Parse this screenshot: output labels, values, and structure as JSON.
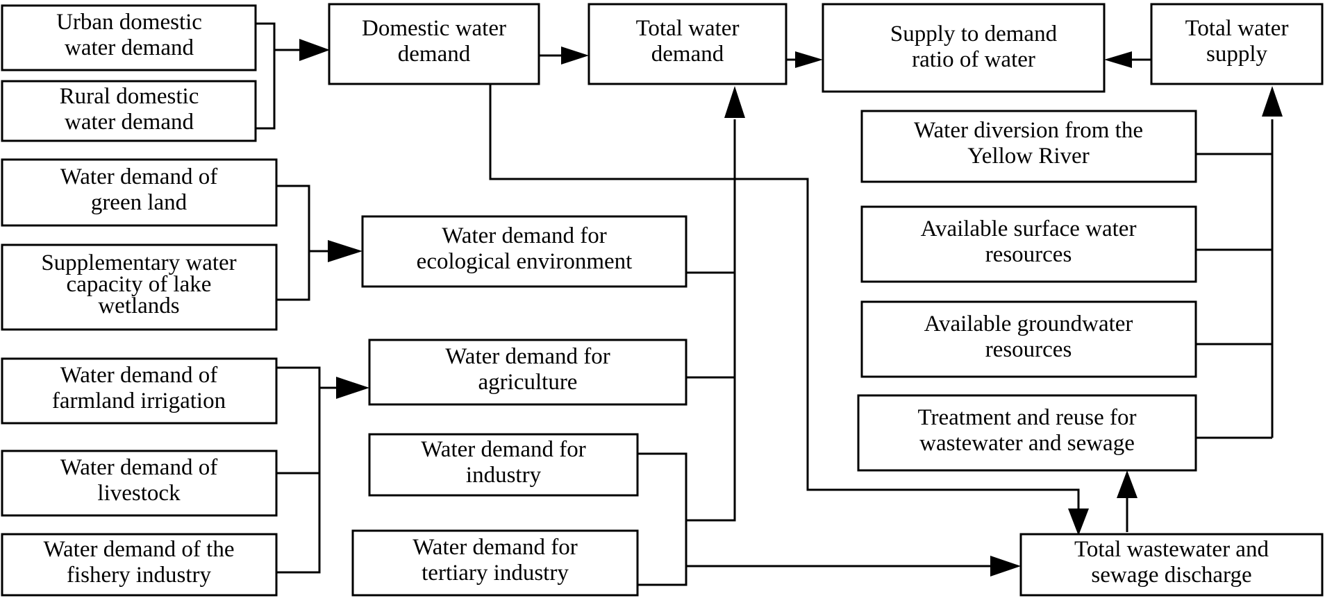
{
  "nodes": {
    "urban_domestic": [
      "Urban domestic",
      "water demand"
    ],
    "rural_domestic": [
      "Rural domestic",
      "water demand"
    ],
    "domestic": [
      "Domestic water",
      "demand"
    ],
    "total_demand": [
      "Total water",
      "demand"
    ],
    "ratio": [
      "Supply to demand",
      "ratio of water"
    ],
    "total_supply": [
      "Total water",
      "supply"
    ],
    "green_land": [
      "Water demand of",
      "green land"
    ],
    "lake_wetlands": [
      "Supplementary water",
      "capacity of lake",
      "wetlands"
    ],
    "ecological": [
      "Water demand for",
      "ecological environment"
    ],
    "farmland": [
      "Water demand of",
      "farmland irrigation"
    ],
    "livestock": [
      "Water demand of",
      "livestock"
    ],
    "fishery": [
      "Water demand of the",
      "fishery industry"
    ],
    "agriculture": [
      "Water demand for",
      "agriculture"
    ],
    "industry": [
      "Water demand for",
      "industry"
    ],
    "tertiary": [
      "Water demand for",
      "tertiary industry"
    ],
    "yellow_river": [
      "Water diversion from the",
      "Yellow River"
    ],
    "surface_water": [
      "Available surface water",
      "resources"
    ],
    "groundwater": [
      "Available groundwater",
      "resources"
    ],
    "reuse": [
      "Treatment and reuse for",
      "wastewater and sewage"
    ],
    "wastewater": [
      "Total wastewater and",
      "sewage discharge"
    ]
  }
}
